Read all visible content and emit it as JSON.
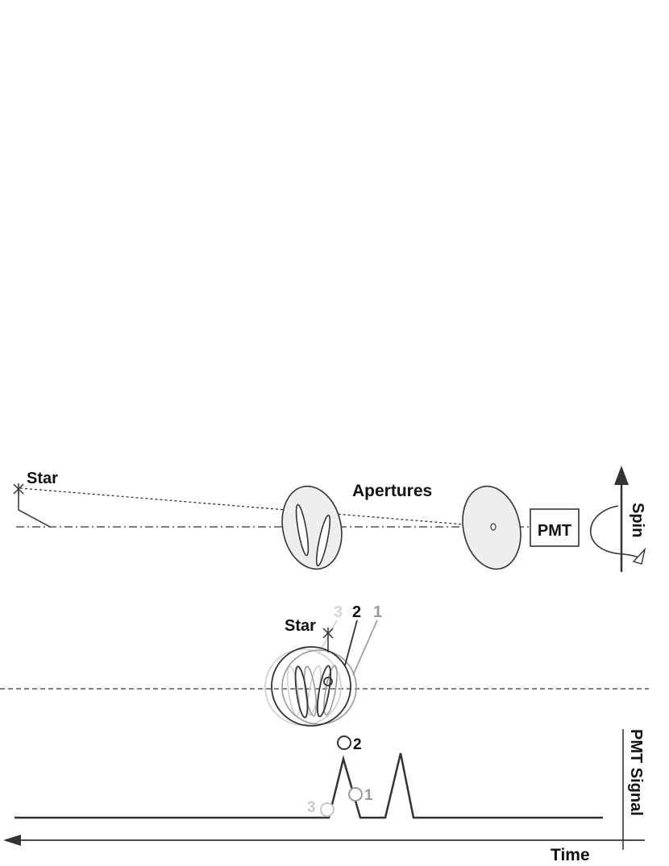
{
  "top_view": {
    "star_label": "Star",
    "apertures_label": "Apertures",
    "pmt_label": "PMT",
    "spin_label": "Spin"
  },
  "middle_view": {
    "star_label": "Star",
    "position_labels": [
      "3",
      "2",
      "1"
    ]
  },
  "signal_view": {
    "axis_label": "PMT Signal",
    "time_label": "Time",
    "marker_labels": [
      "2",
      "1",
      "3"
    ]
  },
  "colors": {
    "ink": "#333333",
    "light_grey": "#cfcfcf",
    "mid_grey": "#9a9a9a",
    "aperture_fill": "#eeeeee"
  }
}
